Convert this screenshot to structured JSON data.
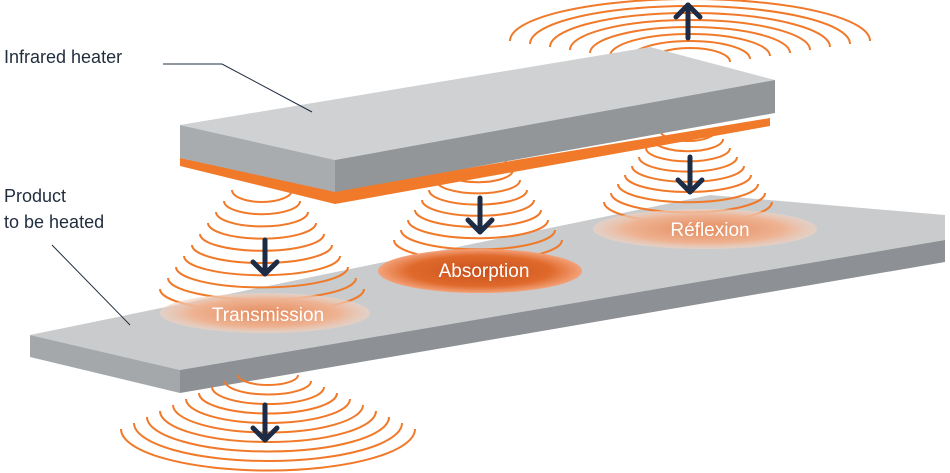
{
  "labels": {
    "heater": "Infrared heater",
    "product_line1": "Product",
    "product_line2": "to be heated"
  },
  "effects": [
    {
      "id": "transmission",
      "label": "Transmission"
    },
    {
      "id": "absorption",
      "label": "Absorption"
    },
    {
      "id": "reflection",
      "label": "Réflexion"
    }
  ],
  "colors": {
    "wave": "#f07a2a",
    "arrow": "#1d2b45",
    "panel_top": "#c9cbcd",
    "panel_front": "#9c9fa3",
    "heater_strip": "#f07a2a",
    "callout_text": "#1f2d3d"
  }
}
